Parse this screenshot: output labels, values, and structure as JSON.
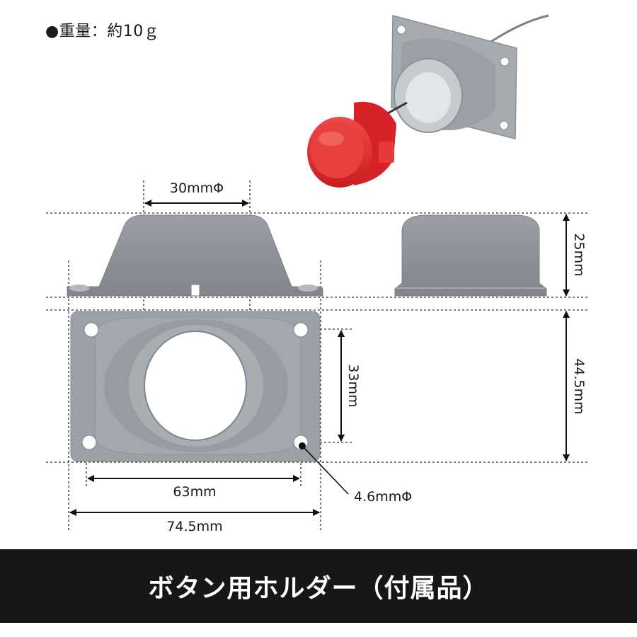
{
  "weight_label": "●重量：約10ｇ",
  "dimensions": {
    "hole_diameter": "30mmΦ",
    "height": "25mm",
    "depth": "44.5mm",
    "hole_spacing_vertical": "33mm",
    "hole_spacing_horizontal": "63mm",
    "overall_width": "74.5mm",
    "screw_hole_diameter": "4.6mmΦ"
  },
  "banner": {
    "title": "ボタン用ホルダー（付属品）"
  },
  "colors": {
    "holder_gray": "#8f959b",
    "button_red": "#e4262a",
    "banner_bg": "#171717",
    "banner_text": "#ffffff"
  }
}
